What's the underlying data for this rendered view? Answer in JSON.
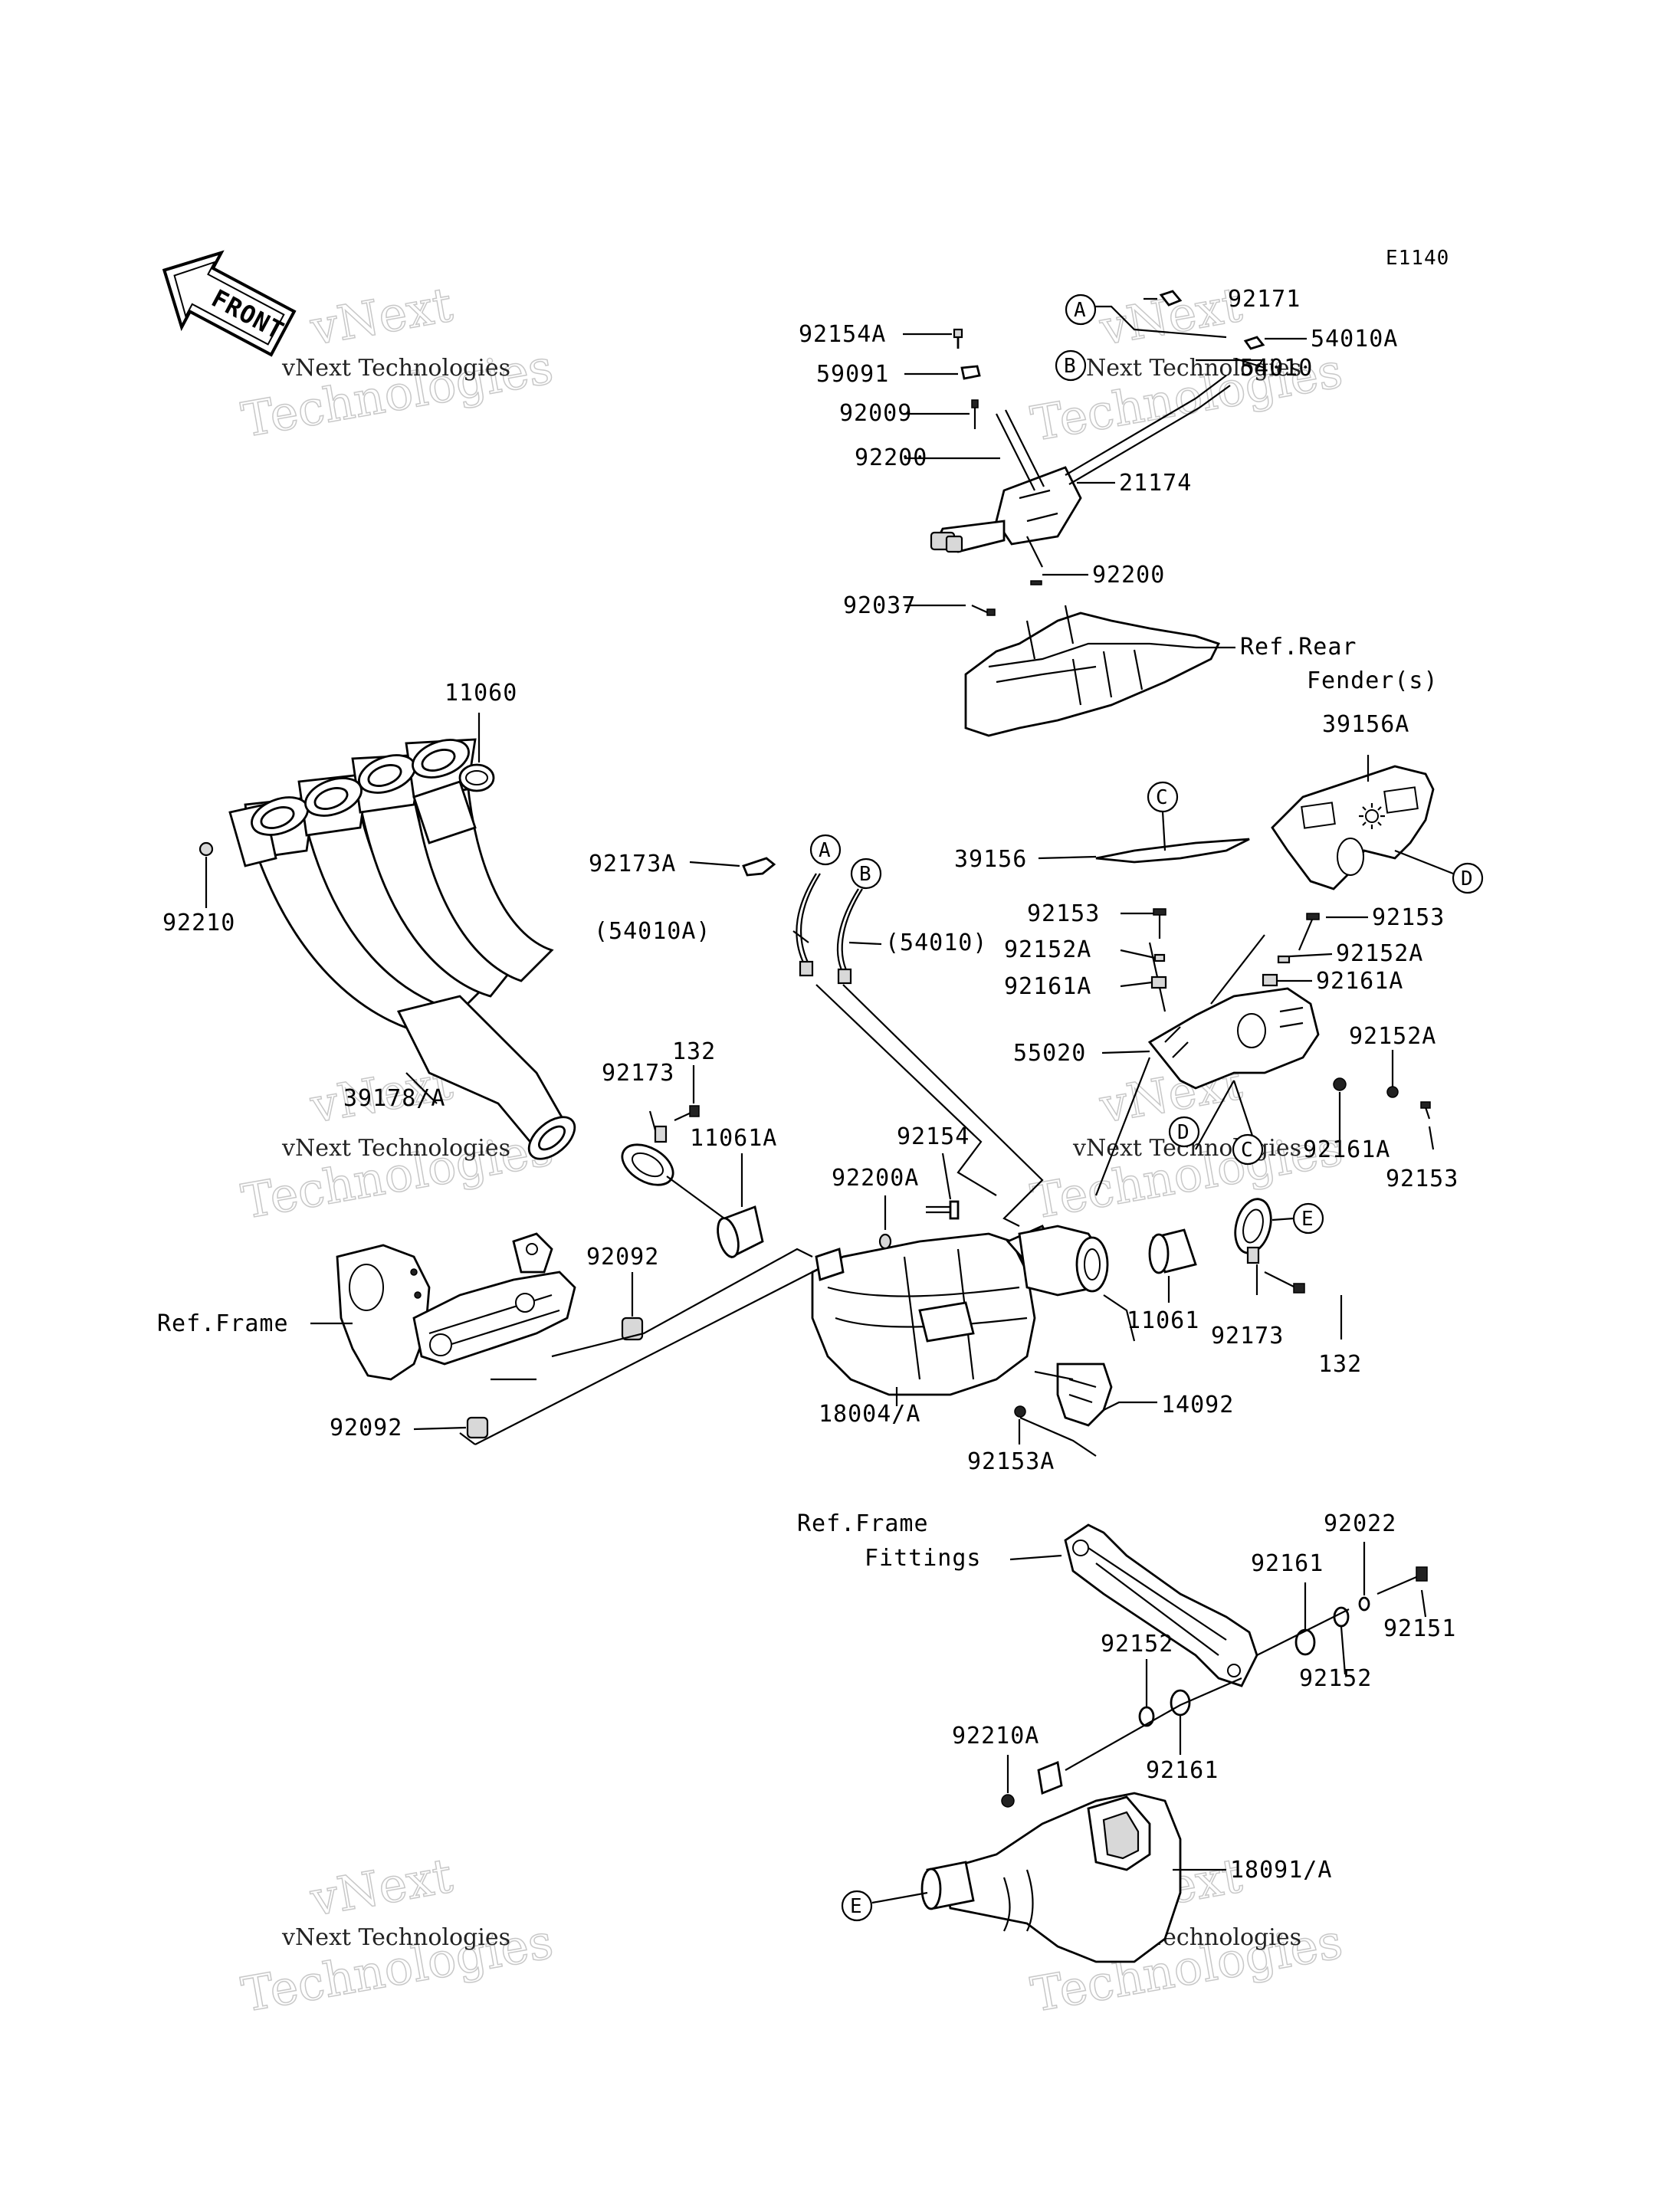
{
  "diagram_code": "E1140",
  "front_label": "FRONT",
  "labels": {
    "p92171": "92171",
    "p92154A": "92154A",
    "p54010A": "54010A",
    "p59091": "59091",
    "p54010": "54010",
    "p92009": "92009",
    "p92200a": "92200",
    "p21174": "21174",
    "p92200b": "92200",
    "p92037": "92037",
    "refRear1": "Ref.Rear",
    "refRear2": "Fender(s)",
    "p39156A": "39156A",
    "p11060": "11060",
    "p92173A": "92173A",
    "p39156": "39156",
    "p92210": "92210",
    "p54010Ap": "(54010A)",
    "p54010p": "(54010)",
    "p92153a": "92153",
    "p92152Aa": "92152A",
    "p92161Aa": "92161A",
    "p92153b": "92153",
    "p92152Ab": "92152A",
    "p92161Ab": "92161A",
    "p55020": "55020",
    "p92152Ac": "92152A",
    "p132a": "132",
    "p92173a": "92173",
    "p39178A": "39178/A",
    "p11061A": "11061A",
    "p92154": "92154",
    "p92200A": "92200A",
    "p92161Ac": "92161A",
    "p92153c": "92153",
    "p92092a": "92092",
    "refFrame": "Ref.Frame",
    "p11061": "11061",
    "p92173b": "92173",
    "p132b": "132",
    "p14092": "14092",
    "p92092b": "92092",
    "p18004A": "18004/A",
    "p92153A": "92153A",
    "refFF1": "Ref.Frame",
    "refFF2": "Fittings",
    "p92022": "92022",
    "p92161a": "92161",
    "p92151": "92151",
    "p92152a": "92152",
    "p92152b": "92152",
    "p92210A": "92210A",
    "p92161b": "92161",
    "p18091A": "18091/A"
  },
  "refs": {
    "A": "A",
    "B": "B",
    "C": "C",
    "D": "D",
    "E": "E"
  },
  "watermark": {
    "company": "vNext Technologies",
    "brand": "vNext",
    "technologies": "Technologies"
  }
}
